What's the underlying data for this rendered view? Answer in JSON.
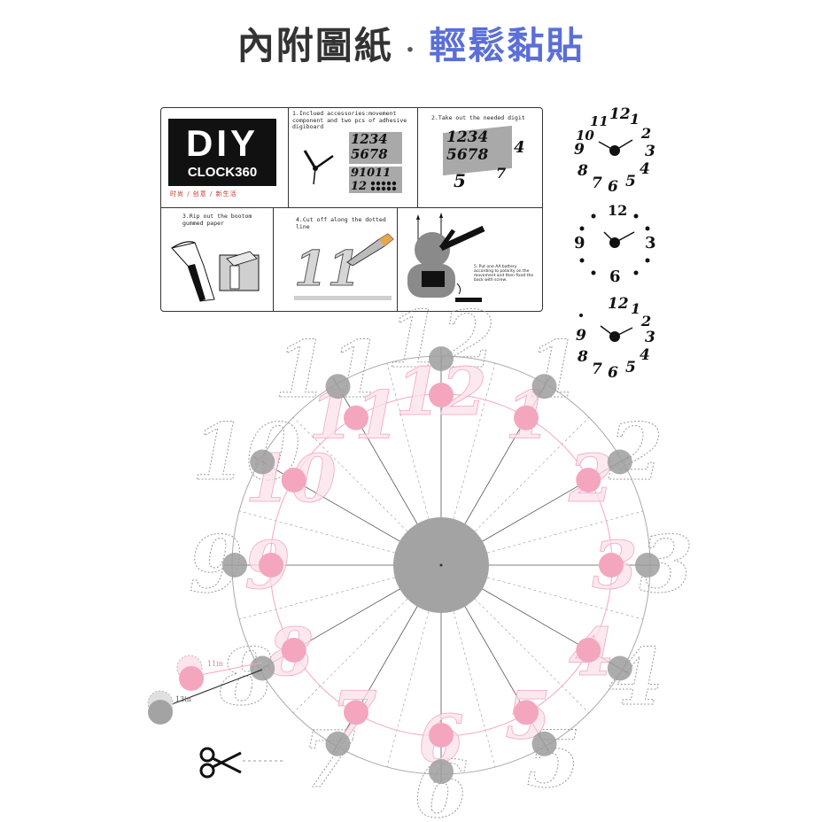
{
  "header": {
    "title_left": "內附圖紙",
    "separator": "·",
    "title_right": "輕鬆黏貼",
    "right_color": "#5b6fd6"
  },
  "instructions": {
    "logo_big": "DIY",
    "logo_small": "CLOCK360",
    "slogan": "时尚 / 创意 / 新生活",
    "step1": "1.Inclued accessories:movement component and two pcs of adhesive digiboard",
    "step1_row1": "1234",
    "step1_row2": "5678",
    "step1_row3": "91011",
    "step1_row4": "12",
    "step2": "2.Take out the needed digit",
    "step2_row1": "1234",
    "step2_row2": "5678",
    "step2_extra1": "4",
    "step2_extra2": "5",
    "step2_extra3": "7",
    "step3": "3.Rip out the bootom gummed paper",
    "step4": "4.Cut off along the dotted line",
    "step4_digits": "11",
    "step5": "5. Put one AA battery according to polarity on the movement and then fixed the back with screw."
  },
  "preview_clocks": {
    "style_a": [
      "12",
      "1",
      "2",
      "3",
      "4",
      "5",
      "6",
      "7",
      "8",
      "9",
      "10",
      "11"
    ],
    "style_b": [
      "12",
      "3",
      "6",
      "9"
    ],
    "style_c": [
      "12",
      "1",
      "2",
      "3",
      "4",
      "5",
      "6",
      "7",
      "8",
      "9"
    ]
  },
  "template": {
    "outer_numbers": [
      "12",
      "1",
      "2",
      "3",
      "4",
      "5",
      "6",
      "7",
      "8",
      "9",
      "10",
      "11"
    ],
    "inner_numbers": [
      "12",
      "1",
      "2",
      "3",
      "4",
      "5",
      "6",
      "7",
      "8",
      "9",
      "10",
      "11"
    ],
    "label_inner": "11in",
    "label_outer": "13in",
    "pink_color": "#f4a6bf",
    "grey_color": "#9e9e9e"
  }
}
